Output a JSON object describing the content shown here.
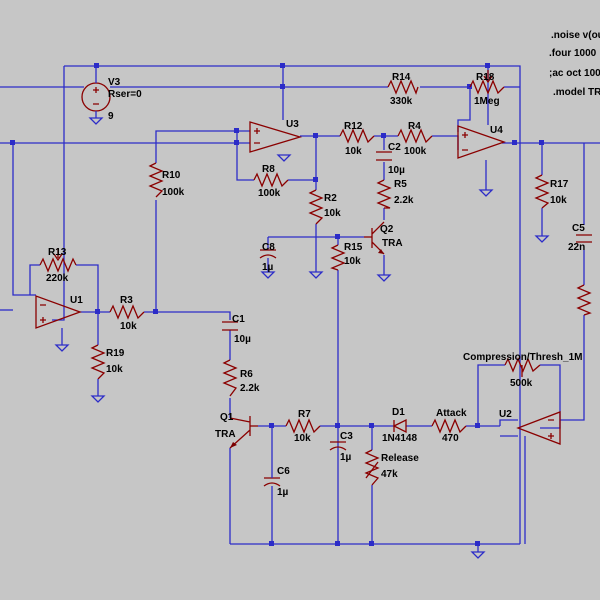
{
  "directives": {
    "noise": ".noise v(ou",
    "four": ".four 1000",
    "ac": ";ac oct 100",
    "model": ".model TR"
  },
  "components": {
    "V3": {
      "name": "V3",
      "rser": "Rser=0",
      "value": "9"
    },
    "R14": {
      "name": "R14",
      "value": "330k"
    },
    "R18": {
      "name": "R18",
      "value": "1Meg"
    },
    "U3": {
      "name": "U3"
    },
    "U4": {
      "name": "U4"
    },
    "R12": {
      "name": "R12",
      "value": "10k"
    },
    "R4": {
      "name": "R4",
      "value": "100k"
    },
    "C2": {
      "name": "C2",
      "value": "10µ"
    },
    "R5": {
      "name": "R5",
      "value": "2.2k"
    },
    "R8": {
      "name": "R8",
      "value": "100k"
    },
    "R10": {
      "name": "R10",
      "value": "100k"
    },
    "R2": {
      "name": "R2",
      "value": "10k"
    },
    "R17": {
      "name": "R17",
      "value": "10k"
    },
    "C5": {
      "name": "C5",
      "value": "22n"
    },
    "C8": {
      "name": "C8",
      "value": "1µ"
    },
    "R15": {
      "name": "R15",
      "value": "10k"
    },
    "Q2": {
      "name": "Q2",
      "model": "TRA"
    },
    "R13": {
      "name": "R13",
      "value": "220k"
    },
    "U1": {
      "name": "U1"
    },
    "R3": {
      "name": "R3",
      "value": "10k"
    },
    "R19": {
      "name": "R19",
      "value": "10k"
    },
    "C1": {
      "name": "C1",
      "value": "10µ"
    },
    "R6": {
      "name": "R6",
      "value": "2.2k"
    },
    "Q1": {
      "name": "Q1",
      "model": "TRA"
    },
    "R7": {
      "name": "R7",
      "value": "10k"
    },
    "C3": {
      "name": "C3",
      "value": "1µ"
    },
    "C6": {
      "name": "C6",
      "value": "1µ"
    },
    "D1": {
      "name": "D1",
      "value": "1N4148"
    },
    "Release": {
      "name": "Release",
      "value": "47k"
    },
    "Attack": {
      "name": "Attack",
      "value": "470"
    },
    "U2": {
      "name": "U2"
    },
    "Comp": {
      "name": "Compression/Thresh_1M",
      "value": "500k"
    }
  },
  "colors": {
    "background": "#c6c6c6",
    "wire": "#2c2cc8",
    "component": "#8a0000",
    "text": "#000000"
  }
}
